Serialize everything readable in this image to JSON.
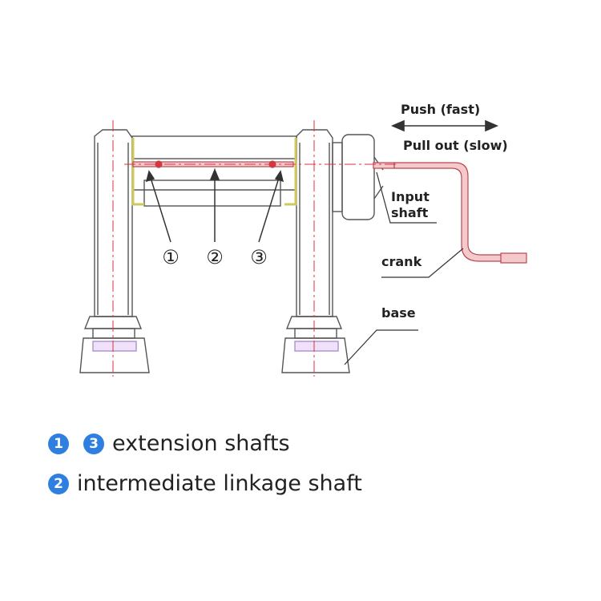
{
  "labels": {
    "push": "Push (fast)",
    "pull": "Pull out (slow)",
    "input_line1": "Input",
    "input_line2": "shaft",
    "crank": "crank",
    "base": "base"
  },
  "callouts": [
    "①",
    "②",
    "③"
  ],
  "legend": {
    "row1": {
      "badges": [
        "1",
        "3"
      ],
      "text": "extension shafts"
    },
    "row2": {
      "badges": [
        "2"
      ],
      "text": "intermediate linkage shaft"
    }
  },
  "colors": {
    "line": "#555555",
    "centerline": "#e0303a",
    "highlight": "#e8e89a",
    "shaft_fill": "#f4c9cc",
    "base_hatch": "#b08fd0",
    "badge": "#2f7fe0"
  }
}
